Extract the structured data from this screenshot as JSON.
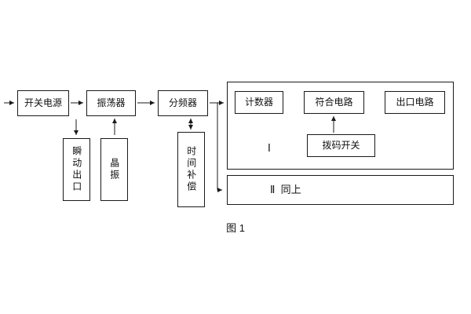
{
  "figure": {
    "caption": "图 1"
  },
  "blocks": {
    "switch_power": "开关电源",
    "oscillator": "振荡器",
    "frequency_divider": "分频器",
    "counter": "计数器",
    "coincidence_circuit": "符合电路",
    "outlet_circuit": "出口电路",
    "dip_switch": "拨码开关",
    "instant_outlet": "瞬动出口",
    "crystal_oscillator": "晶振",
    "time_compensation": "时间补偿",
    "group1_label": "Ⅰ",
    "group2_label": "Ⅱ  同上"
  },
  "colors": {
    "line": "#1a1a1a",
    "background": "#ffffff",
    "text": "#111111"
  }
}
